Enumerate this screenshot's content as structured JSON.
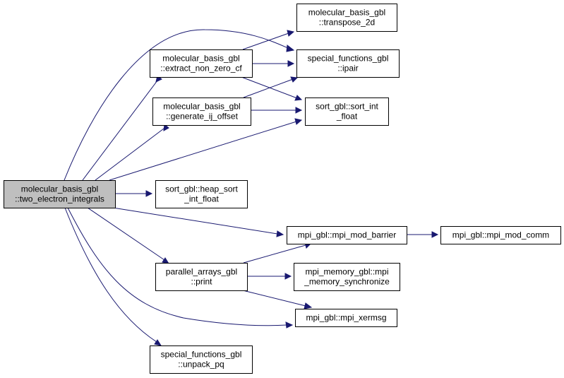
{
  "diagram": {
    "colors": {
      "root_fill": "#bfbfbf",
      "node_fill": "#ffffff",
      "border": "#000000",
      "edge": "#191970"
    },
    "nodes": [
      {
        "id": "root",
        "lines": [
          "molecular_basis_gbl",
          "::two_electron_integrals"
        ]
      },
      {
        "id": "extract",
        "lines": [
          "molecular_basis_gbl",
          "::extract_non_zero_cf"
        ]
      },
      {
        "id": "ijoffset",
        "lines": [
          "molecular_basis_gbl",
          "::generate_ij_offset"
        ]
      },
      {
        "id": "heapsort",
        "lines": [
          "sort_gbl::heap_sort",
          "_int_float"
        ]
      },
      {
        "id": "print",
        "lines": [
          "parallel_arrays_gbl",
          "::print"
        ]
      },
      {
        "id": "unpack",
        "lines": [
          "special_functions_gbl",
          "::unpack_pq"
        ]
      },
      {
        "id": "transpose",
        "lines": [
          "molecular_basis_gbl",
          "::transpose_2d"
        ]
      },
      {
        "id": "ipair",
        "lines": [
          "special_functions_gbl",
          "::ipair"
        ]
      },
      {
        "id": "sortint",
        "lines": [
          "sort_gbl::sort_int",
          "_float"
        ]
      },
      {
        "id": "barrier",
        "lines": [
          "mpi_gbl::mpi_mod_barrier"
        ]
      },
      {
        "id": "memsync",
        "lines": [
          "mpi_memory_gbl::mpi",
          "_memory_synchronize"
        ]
      },
      {
        "id": "xermsg",
        "lines": [
          "mpi_gbl::mpi_xermsg"
        ]
      },
      {
        "id": "modcomm",
        "lines": [
          "mpi_gbl::mpi_mod_comm"
        ]
      }
    ],
    "edges": [
      [
        "root",
        "extract"
      ],
      [
        "root",
        "ipair"
      ],
      [
        "root",
        "ijoffset"
      ],
      [
        "root",
        "sortint"
      ],
      [
        "root",
        "heapsort"
      ],
      [
        "root",
        "barrier"
      ],
      [
        "root",
        "print"
      ],
      [
        "root",
        "xermsg"
      ],
      [
        "root",
        "unpack"
      ],
      [
        "extract",
        "transpose"
      ],
      [
        "extract",
        "ipair"
      ],
      [
        "extract",
        "sortint"
      ],
      [
        "ijoffset",
        "ipair"
      ],
      [
        "ijoffset",
        "sortint"
      ],
      [
        "print",
        "barrier"
      ],
      [
        "print",
        "memsync"
      ],
      [
        "print",
        "xermsg"
      ],
      [
        "barrier",
        "modcomm"
      ]
    ]
  }
}
